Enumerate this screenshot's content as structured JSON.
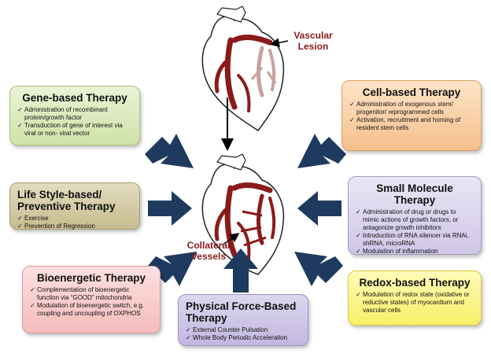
{
  "top_heart_label": "Vascular Lesion",
  "center_label": "Collateral Vessels",
  "boxes": {
    "gene": {
      "title": "Gene-based Therapy",
      "items": [
        "Administration of recombinant protein/growth factor",
        "Transduction of gene of interest via viral or non- viral vector"
      ]
    },
    "cell": {
      "title": "Cell-based Therapy",
      "items": [
        "Administration of exogenous stem/ progenitor/ reprogrammed cells",
        "Activation, recruitment and homing of resident stem cells"
      ]
    },
    "lifestyle": {
      "title": "Life Style-based/ Preventive Therapy",
      "items": [
        "Exercise",
        "Prevention of Regression"
      ]
    },
    "small": {
      "title": "Small Molecule Therapy",
      "items": [
        "Administration of drug or drugs to mimic actions of growth factors, or antagonize growth inhibitors",
        "Introduction of RNA silencer via RNAi, shRNA, microRNA",
        "Modulation of inflammation"
      ]
    },
    "bioenergetic": {
      "title": "Bioenergetic Therapy",
      "items": [
        "Complementation of bioenergetic function via “GOOD” mitochondria",
        "Modulation of bioenergetic switch, e.g. coupling and uncoupling of OXPHOS"
      ]
    },
    "physical": {
      "title": "Physical Force-Based Therapy",
      "items": [
        "External Counter Pulsation",
        "Whole Body Periodic Acceleration"
      ]
    },
    "redox": {
      "title": "Redox-based Therapy",
      "items": [
        "Modulation of redox state (oxidative or reductive states) of myocardium and vascular cells"
      ]
    }
  },
  "colors": {
    "arrow": "#1f3a5f",
    "heart": "#8b1a1a",
    "label": "#8b1a1a"
  },
  "icons": [
    "heart-with-lesion-icon",
    "heart-with-collaterals-icon"
  ]
}
